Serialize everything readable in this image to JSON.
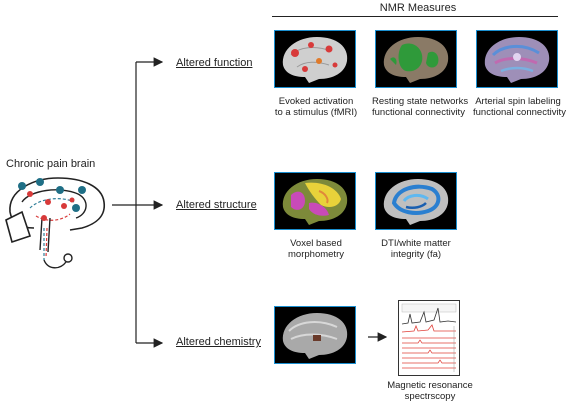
{
  "header": {
    "title": "NMR Measures"
  },
  "source": {
    "title": "Chronic pain brain"
  },
  "branches": [
    {
      "label": "Altered function",
      "items": [
        {
          "caption": [
            "Evoked activation",
            "to a stimulus (fMRI)"
          ],
          "icon": "fmri-brain-icon"
        },
        {
          "caption": [
            "Resting state networks",
            "functional connectivity"
          ],
          "icon": "resting-state-brain-icon"
        },
        {
          "caption": [
            "Arterial spin labeling",
            "functional connectivity"
          ],
          "icon": "asl-brain-icon"
        }
      ]
    },
    {
      "label": "Altered structure",
      "items": [
        {
          "caption": [
            "Voxel based",
            "morphometry"
          ],
          "icon": "vbm-brain-icon"
        },
        {
          "caption": [
            "DTI/white matter",
            "integrity (fa)"
          ],
          "icon": "dti-brain-icon"
        }
      ]
    },
    {
      "label": "Altered chemistry",
      "items": [
        {
          "caption": [
            "Magnetic resonance",
            "spectrscopy"
          ],
          "icon": "mrs-spectrum-icon"
        }
      ]
    }
  ],
  "colors": {
    "thumb_border": "#1a8fd0",
    "spectrum": "#e0413a",
    "activation": "#d83a3a",
    "network": "#2f9a3a"
  }
}
